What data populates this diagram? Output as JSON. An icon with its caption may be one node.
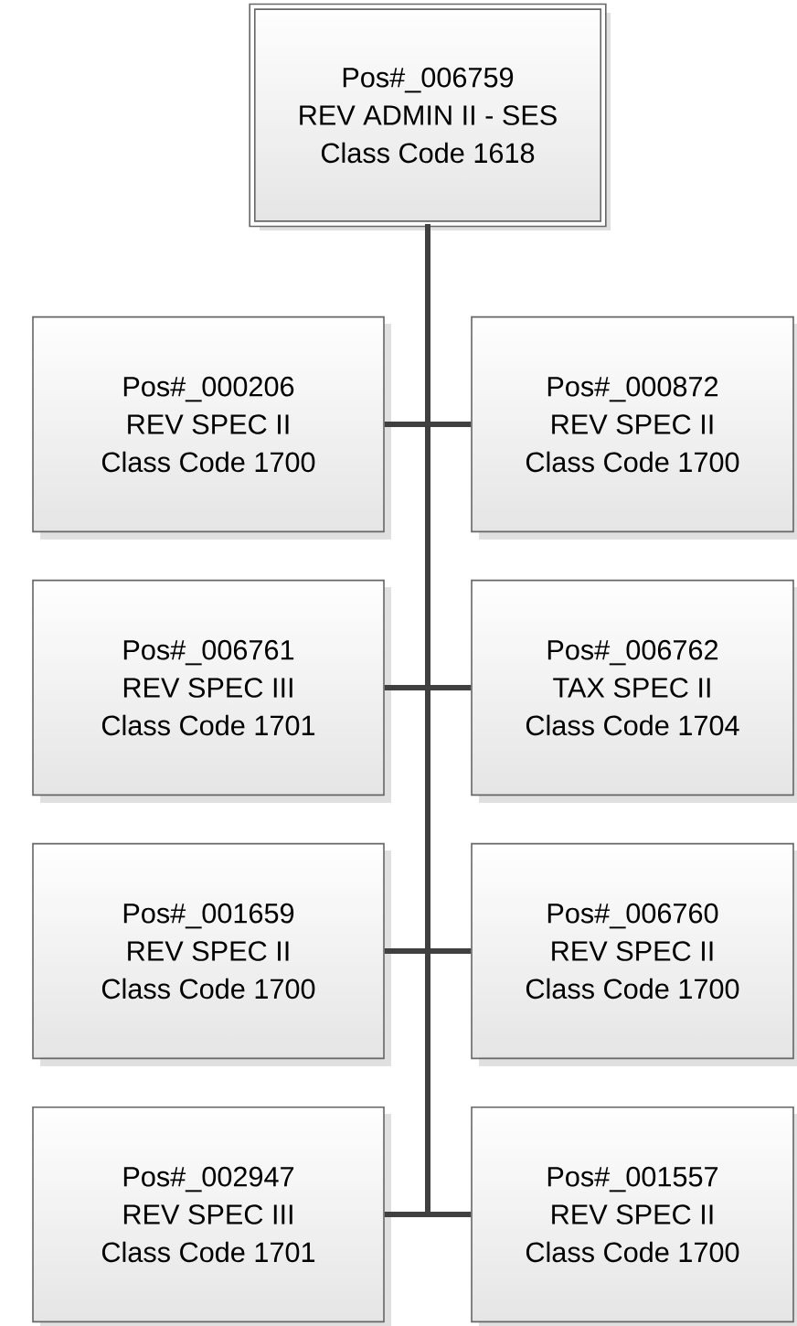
{
  "diagram": {
    "nodes": [
      {
        "text": [
          "Pos#_006759",
          "REV ADMIN II - SES",
          "Class Code 1618"
        ]
      },
      {
        "text": [
          "Pos#_000206",
          "REV SPEC II",
          "Class Code 1700"
        ]
      },
      {
        "text": [
          "Pos#_000872",
          "REV SPEC II",
          "Class Code 1700"
        ]
      },
      {
        "text": [
          "Pos#_006761",
          "REV SPEC III",
          "Class Code 1701"
        ]
      },
      {
        "text": [
          "Pos#_006762",
          "TAX SPEC II",
          "Class Code 1704"
        ]
      },
      {
        "text": [
          "Pos#_001659",
          "REV SPEC II",
          "Class Code 1700"
        ]
      },
      {
        "text": [
          "Pos#_006760",
          "REV SPEC II",
          "Class Code 1700"
        ]
      },
      {
        "text": [
          "Pos#_002947",
          "REV SPEC III",
          "Class Code 1701"
        ]
      },
      {
        "text": [
          "Pos#_001557",
          "REV SPEC II",
          "Class Code 1700"
        ]
      }
    ],
    "edges": [
      {
        "from": 0,
        "to": 1,
        "arrow": "none"
      },
      {
        "from": 0,
        "to": 2,
        "arrow": "none"
      },
      {
        "from": 0,
        "to": 3,
        "arrow": "none"
      },
      {
        "from": 0,
        "to": 4,
        "arrow": "none"
      },
      {
        "from": 0,
        "to": 5,
        "arrow": "none"
      },
      {
        "from": 0,
        "to": 6,
        "arrow": "none"
      },
      {
        "from": 0,
        "to": 7,
        "arrow": "none"
      },
      {
        "from": 0,
        "to": 8,
        "arrow": "none"
      }
    ]
  }
}
